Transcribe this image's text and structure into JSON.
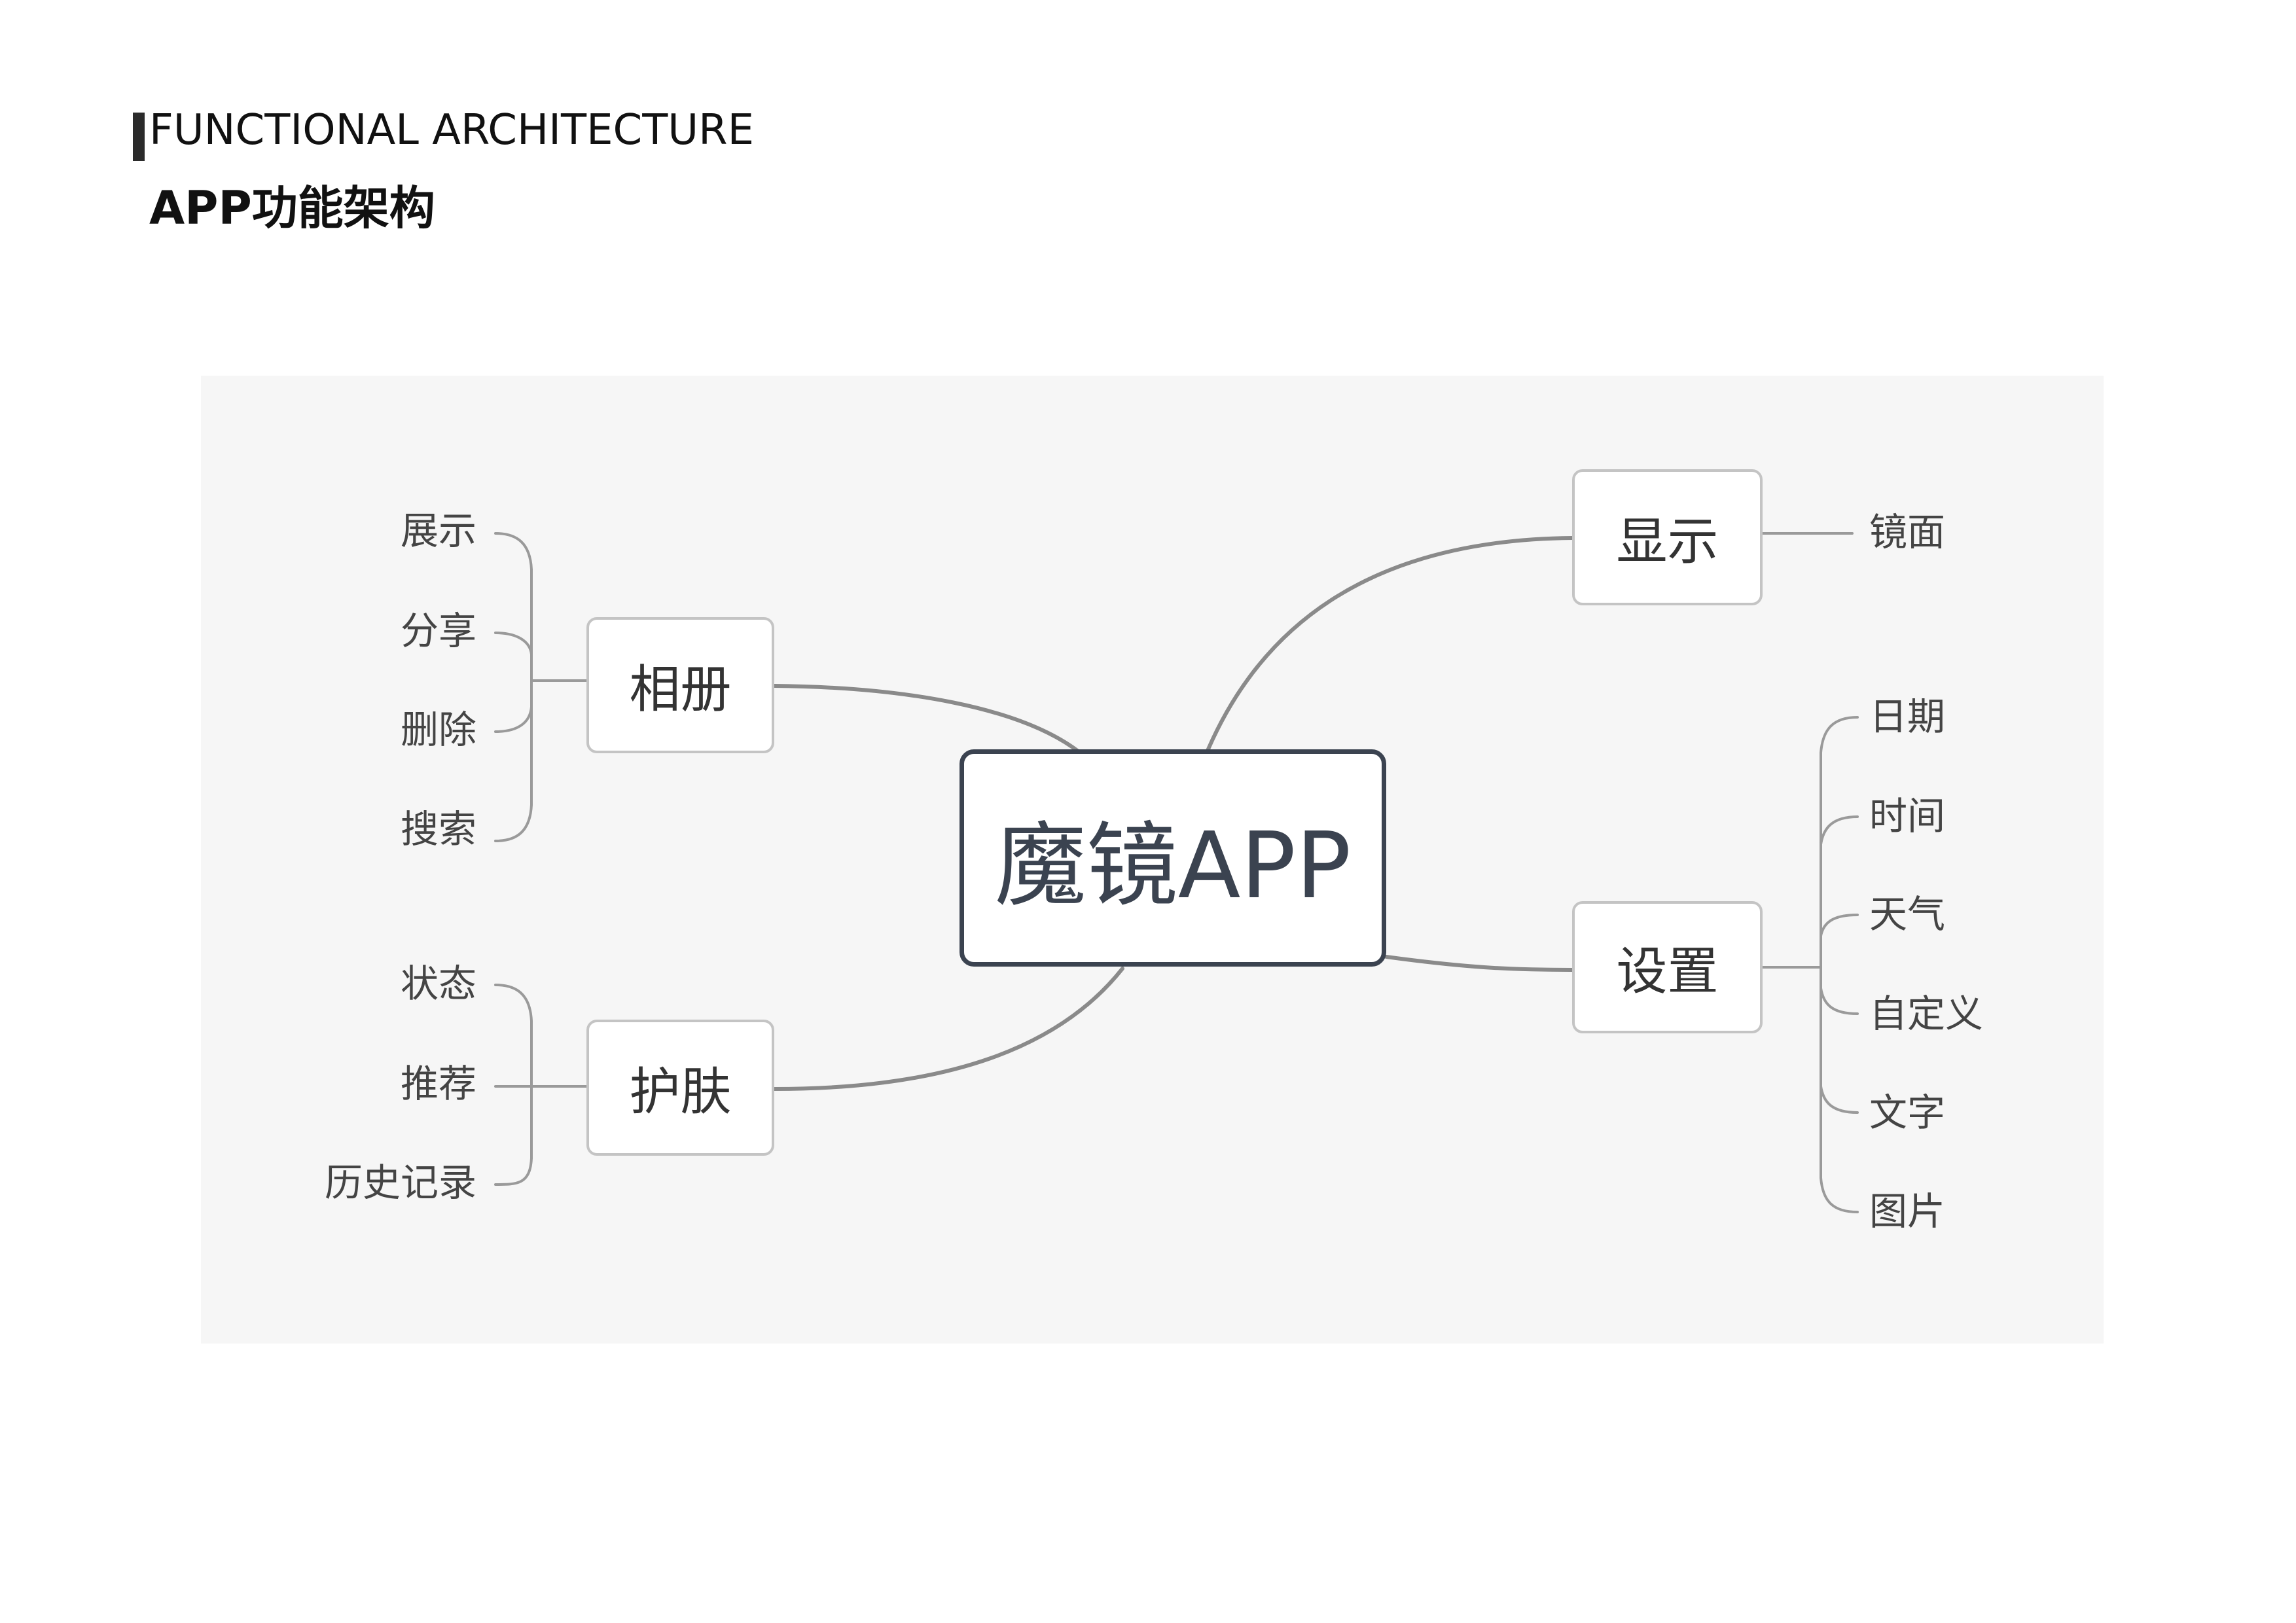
{
  "header": {
    "title_en": "FUNCTIONAL ARCHITECTURE",
    "title_cn": "APP功能架构"
  },
  "mindmap": {
    "center": "魔镜APP",
    "branches": {
      "album": {
        "label": "相册",
        "items": [
          "展示",
          "分享",
          "删除",
          "搜索"
        ]
      },
      "skincare": {
        "label": "护肤",
        "items": [
          "状态",
          "推荐",
          "历史记录"
        ]
      },
      "display": {
        "label": "显示",
        "items": [
          "镜面"
        ]
      },
      "settings": {
        "label": "设置",
        "items": [
          "日期",
          "时间",
          "天气",
          "自定义",
          "文字",
          "图片"
        ]
      }
    }
  },
  "colors": {
    "panel_bg": "#f6f6f6",
    "connector": "#8a8a8a",
    "center_border": "#3b4350",
    "node_border": "#c4c4c4"
  }
}
